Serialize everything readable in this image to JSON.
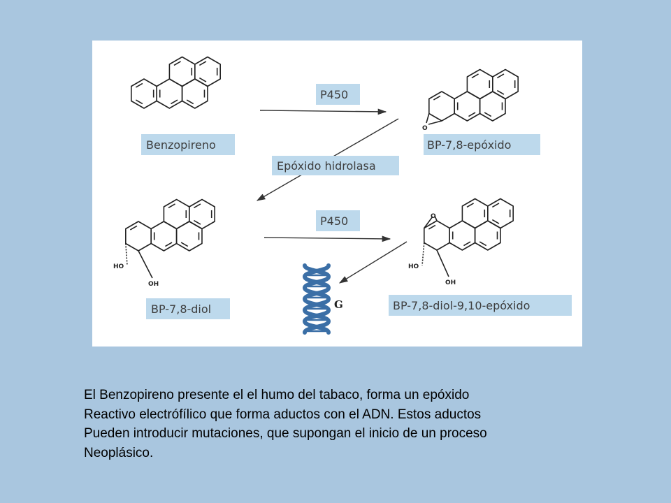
{
  "labels": {
    "benzopireno": "Benzopireno",
    "epoxido": "BP-7,8-epóxido",
    "diol": "BP-7,8-diol",
    "diol_epoxido": "BP-7,8-diol-9,10-epóxido",
    "enzyme_p450_top": "P450",
    "enzyme_p450_bottom": "P450",
    "enzyme_hidrolasa": "Epóxido hidrolasa"
  },
  "atoms": {
    "o_epoxide_top": "O",
    "o_epoxide_bottom": "O",
    "ho_left_diol": "HO",
    "oh_bottom_diol": "OH",
    "ho_left_diolepox": "HO",
    "oh_bottom_diolepox": "OH",
    "dna_base": "G"
  },
  "colors": {
    "background": "#a9c6df",
    "label_box": "#bdd9ec",
    "dna": "#3b6fa6"
  },
  "caption": {
    "lines": [
      "El Benzopireno presente el el humo del tabaco, forma un epóxido",
      "Reactivo electrófílico que forma aductos con el ADN. Estos aductos",
      "Pueden introducir mutaciones, que supongan el inicio de un proceso",
      "Neoplásico."
    ]
  }
}
